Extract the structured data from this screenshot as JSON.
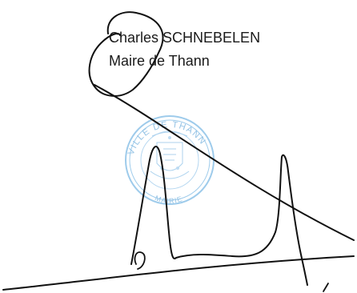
{
  "signer": {
    "name": "Charles SCHNEBELEN",
    "title": "Maire de Thann"
  },
  "seal": {
    "text": "VILLE DE THANN · MAIRIE",
    "color": "#8ec3e8"
  },
  "signature": {
    "ink_color": "#111111"
  }
}
